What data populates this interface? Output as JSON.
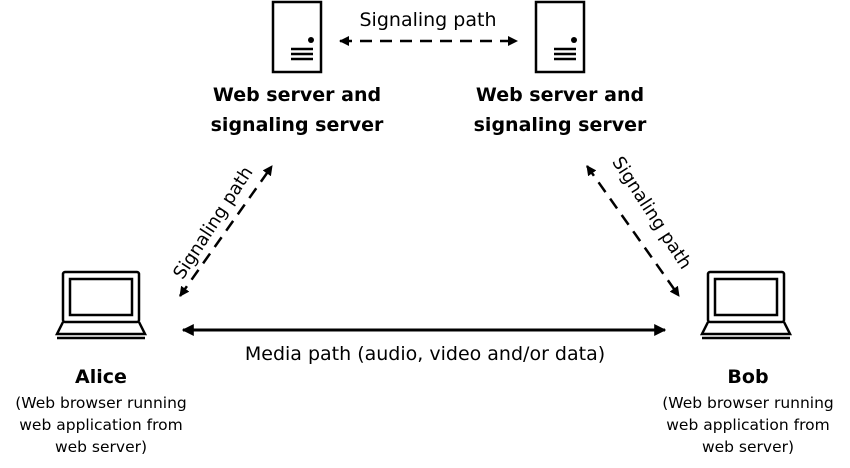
{
  "servers": [
    {
      "title_line1": "Web server and",
      "title_line2": "signaling server",
      "icon": "server-icon"
    },
    {
      "title_line1": "Web server and",
      "title_line2": "signaling server",
      "icon": "server-icon"
    }
  ],
  "peers": {
    "alice": {
      "name": "Alice",
      "desc_line1": "(Web browser running",
      "desc_line2": "web application from",
      "desc_line3": "web server)",
      "icon": "laptop-icon"
    },
    "bob": {
      "name": "Bob",
      "desc_line1": "(Web browser running",
      "desc_line2": "web application from",
      "desc_line3": "web server)",
      "icon": "laptop-icon"
    }
  },
  "paths": {
    "signaling_top": "Signaling path",
    "signaling_left": "Signaling path",
    "signaling_right": "Signaling path",
    "media": "Media path (audio, video and/or data)"
  }
}
